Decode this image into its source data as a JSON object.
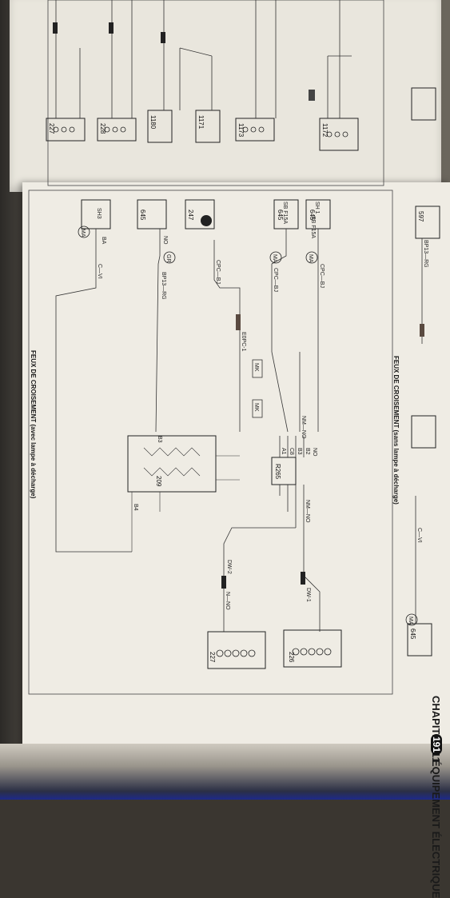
{
  "chapter": {
    "label": "CHAPITRE 11",
    "page_number": "191",
    "section": "ÉQUIPEMENT ÉLECTRIQUE"
  },
  "diagram_titles": {
    "upper": "FEUX DE CROISEMENT (sans lampe à décharge)",
    "lower": "FEUX DE CROISEMENT (avec lampe à décharge)"
  },
  "components": {
    "c209": "209",
    "c226": "226",
    "c227": "227",
    "c247": "247",
    "c645a": "645",
    "c645b": "645",
    "c645c": "645",
    "r265": "R265",
    "c228": "228",
    "c1180": "1180",
    "c1173": "1173",
    "c1171": "1171",
    "c1172": "1172",
    "c597": "597",
    "c645top": "645"
  },
  "ground_labels": {
    "ma1": "MA",
    "ma2": "MA",
    "ma3": "MA",
    "ma4": "MA",
    "gr": "GR",
    "mk1": "MK",
    "mk2": "MK"
  },
  "fuse_labels": {
    "sh1": "SH 1",
    "f15": "SB F15A",
    "f15b": "SB F15A",
    "sh3": "SH3"
  },
  "wire_labels": {
    "cpc_bj_1": "CPC—BJ",
    "cpc_bj_2": "CPC—BJ",
    "cpc_bj_3": "CPC—BJ",
    "nm_no_1": "NM—NO",
    "nm_no_2": "NM—NO",
    "n_no_1": "N—NO",
    "bp13_rg": "BP13—RG",
    "c_vi": "C—VI",
    "ba": "BA",
    "no_a": "NO",
    "b3": "B3",
    "b4": "B4",
    "e0pc1": "E0PC-1",
    "dw1": "DW-1",
    "dw2": "DW-2",
    "top_bp13": "BP13—RG",
    "top_c_vi": "C—VI"
  },
  "pins": {
    "a1": "A1",
    "b2": "B2",
    "b3": "B3",
    "c8": "C8",
    "no": "NO"
  }
}
